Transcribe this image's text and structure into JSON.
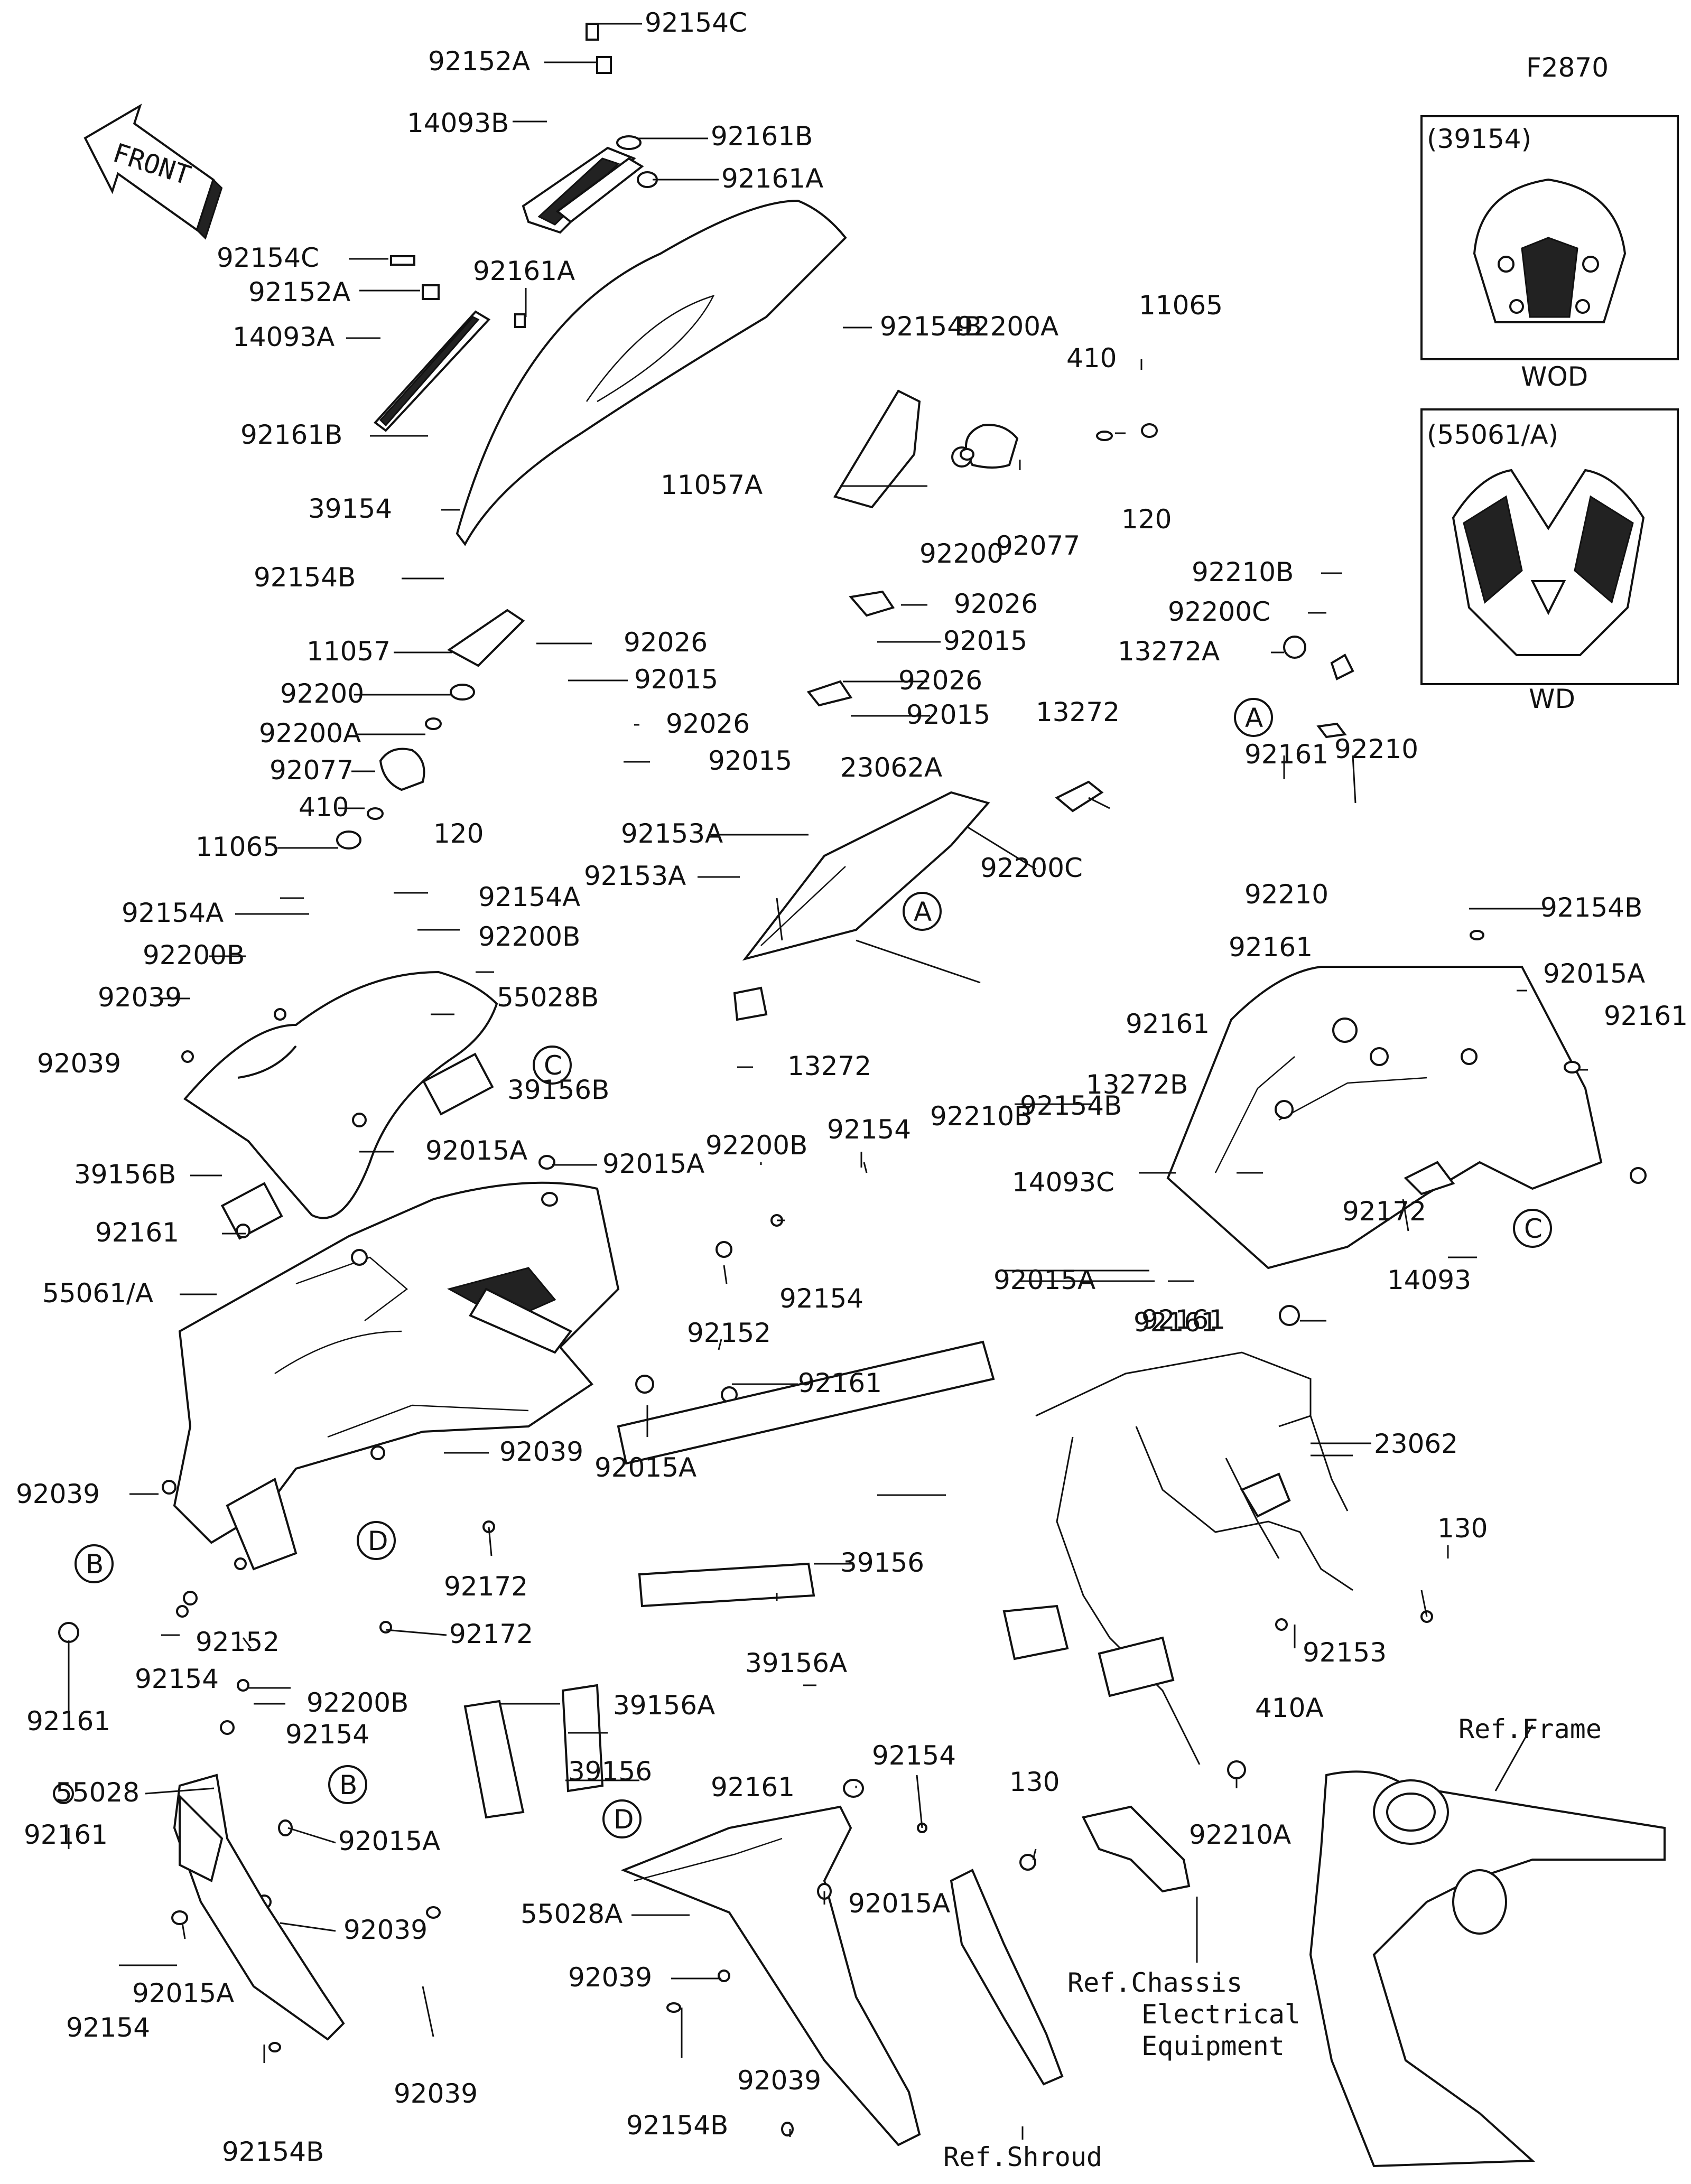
{
  "figure_code": "F2870",
  "front_arrow": "FRONT",
  "insets": [
    {
      "code": "(39154)",
      "variant": "WOD"
    },
    {
      "code": "(55061/A)",
      "variant": "WD"
    }
  ],
  "callouts": [
    "A",
    "A",
    "B",
    "B",
    "C",
    "C",
    "D",
    "D"
  ],
  "labels": [
    "92154C",
    "92152A",
    "14093B",
    "92161B",
    "92161A",
    "92154C",
    "92152A",
    "92161A",
    "14093A",
    "92161B",
    "39154",
    "92154B",
    "92200A",
    "410",
    "11065",
    "11057A",
    "92200",
    "92077",
    "120",
    "92210B",
    "92200C",
    "13272A",
    "92154B",
    "11057",
    "92026",
    "92015",
    "92200",
    "92200A",
    "92026",
    "92015",
    "92077",
    "410",
    "120",
    "11065",
    "92026",
    "92015",
    "92026",
    "92015",
    "13272",
    "23062A",
    "92153A",
    "92153A",
    "92200C",
    "92161",
    "92210",
    "92210",
    "92154B",
    "92161",
    "92015A",
    "92161",
    "92161",
    "92161",
    "92154A",
    "92154A",
    "92200B",
    "92200B",
    "92039",
    "55028B",
    "92039",
    "39156B",
    "13272",
    "92200B",
    "92154",
    "13272B",
    "92210B",
    "92154B",
    "39156B",
    "92015A",
    "92015A",
    "92161",
    "55061/A",
    "14093C",
    "92172",
    "14093",
    "92015A",
    "92161",
    "92154",
    "92152",
    "92161",
    "92039",
    "92015A",
    "92039",
    "39156",
    "23062",
    "92172",
    "92172",
    "92152",
    "92154",
    "92161",
    "39156A",
    "130",
    "92153",
    "410A",
    "92200B",
    "92154",
    "39156A",
    "39156",
    "92161",
    "92154",
    "55028",
    "92161",
    "92015A",
    "92039",
    "92015A",
    "92154",
    "92039",
    "92154B",
    "55028A",
    "92015A",
    "92039",
    "92039",
    "92154B",
    "130",
    "92210A"
  ],
  "references": {
    "frame": "Ref.Frame",
    "chassis_lines": [
      "Ref.Chassis",
      "Electrical",
      "Equipment"
    ],
    "shroud": "Ref.Shroud"
  }
}
